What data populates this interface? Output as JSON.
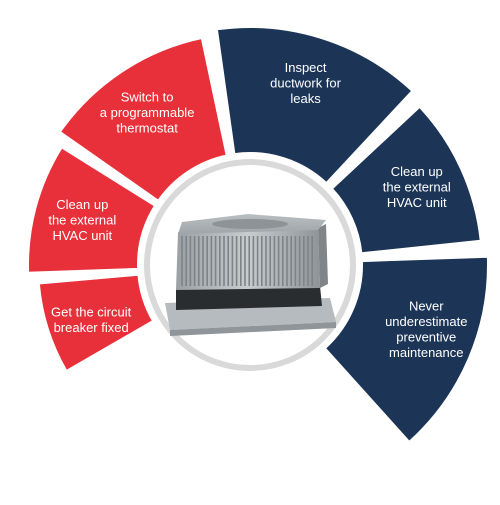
{
  "colors": {
    "red": "#E8303A",
    "navy": "#1C3557",
    "text_on_segment": "#FFFFFF",
    "center_disc_border": "#D9D9D9",
    "center_disc_fill": "#FFFFFF"
  },
  "center_image": {
    "icon": "hvac-outdoor-unit-icon"
  },
  "segments": [
    {
      "id": "circuit-breaker",
      "color": "red",
      "lines": [
        "Get the circuit",
        "breaker fixed"
      ]
    },
    {
      "id": "clean-hvac-left",
      "color": "red",
      "lines": [
        "Clean up",
        "the external",
        "HVAC unit"
      ]
    },
    {
      "id": "programmable-thermostat",
      "color": "red",
      "lines": [
        "Switch to",
        "a programmable",
        "thermostat"
      ]
    },
    {
      "id": "inspect-ductwork",
      "color": "navy",
      "lines": [
        "Inspect",
        "ductwork for",
        "leaks"
      ]
    },
    {
      "id": "clean-hvac-right",
      "color": "navy",
      "lines": [
        "Clean up",
        "the external",
        "HVAC unit"
      ]
    },
    {
      "id": "preventive-maintenance",
      "color": "navy",
      "lines": [
        "Never",
        "underestimate",
        "preventive",
        "maintenance"
      ]
    }
  ]
}
